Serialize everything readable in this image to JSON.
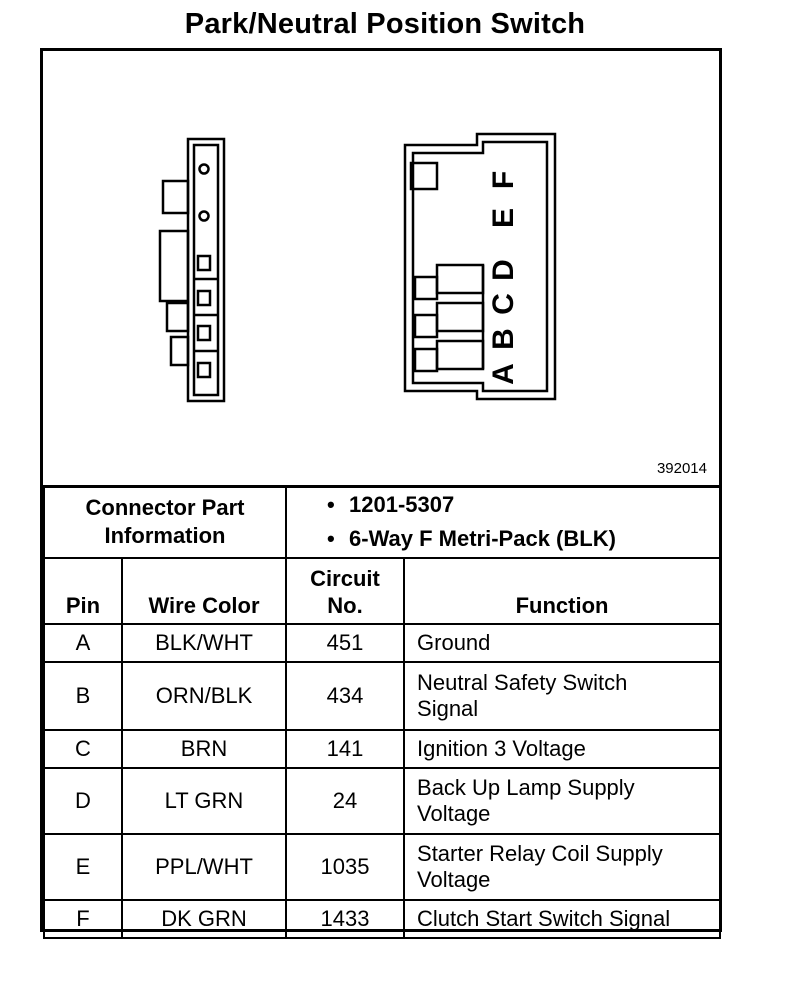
{
  "title": "Park/Neutral Position Switch",
  "figure_number": "392014",
  "connector_view": {
    "pin_letters": [
      "A",
      "B",
      "C",
      "D",
      "E",
      "F"
    ]
  },
  "connector_info": {
    "label_line1": "Connector Part",
    "label_line2": "Information",
    "items": [
      "1201-5307",
      "6-Way F Metri-Pack (BLK)"
    ]
  },
  "table": {
    "headers": {
      "pin": "Pin",
      "wire_color": "Wire Color",
      "circuit_line1": "Circuit",
      "circuit_line2": "No.",
      "function": "Function"
    },
    "rows": [
      {
        "pin": "A",
        "wire_color": "BLK/WHT",
        "circuit": "451",
        "function_lines": [
          "Ground"
        ]
      },
      {
        "pin": "B",
        "wire_color": "ORN/BLK",
        "circuit": "434",
        "function_lines": [
          "Neutral Safety Switch",
          "Signal"
        ]
      },
      {
        "pin": "C",
        "wire_color": "BRN",
        "circuit": "141",
        "function_lines": [
          "Ignition 3 Voltage"
        ]
      },
      {
        "pin": "D",
        "wire_color": "LT GRN",
        "circuit": "24",
        "function_lines": [
          "Back Up Lamp Supply",
          "Voltage"
        ]
      },
      {
        "pin": "E",
        "wire_color": "PPL/WHT",
        "circuit": "1035",
        "function_lines": [
          "Starter Relay Coil Supply",
          "Voltage"
        ]
      },
      {
        "pin": "F",
        "wire_color": "DK GRN",
        "circuit": "1433",
        "function_lines": [
          "Clutch Start Switch Signal"
        ]
      }
    ]
  }
}
